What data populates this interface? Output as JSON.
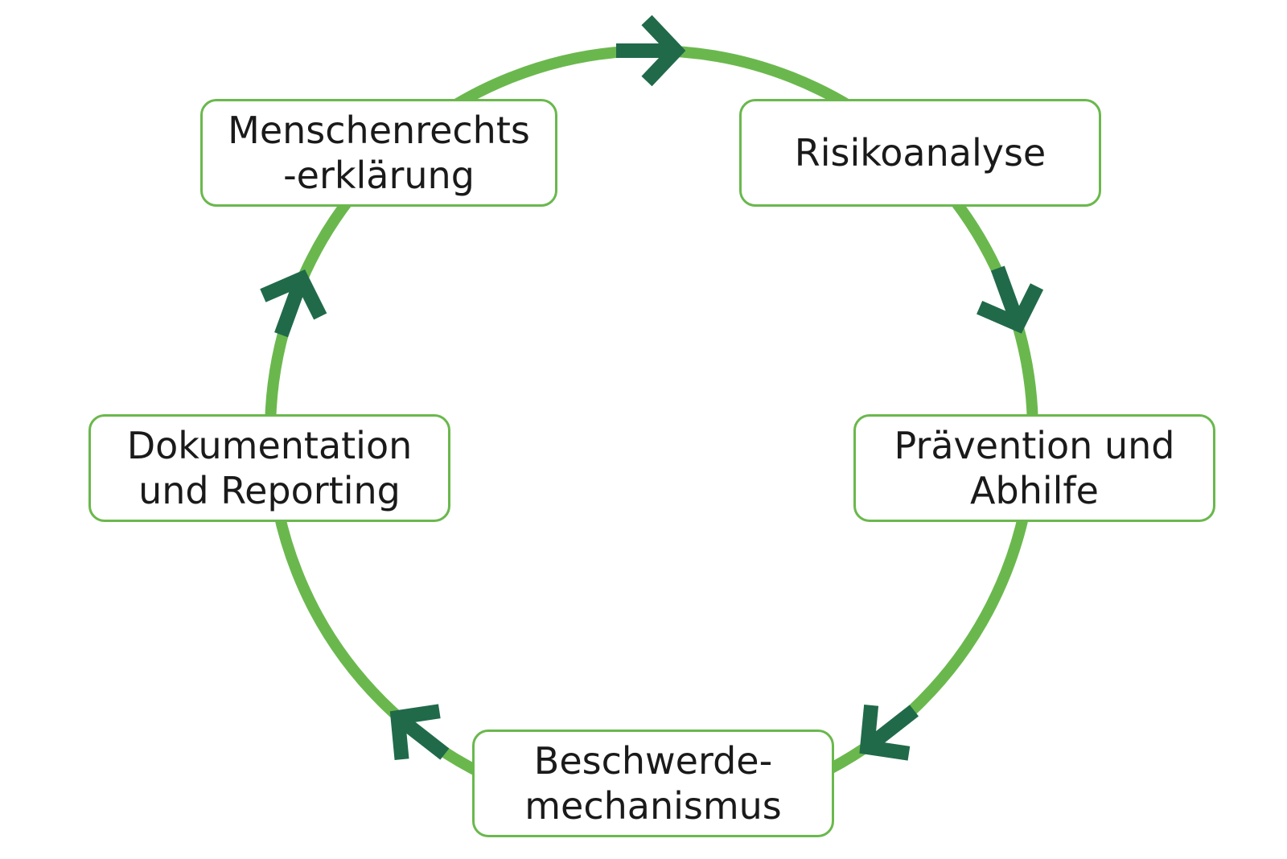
{
  "diagram": {
    "type": "cycle",
    "colors": {
      "ring": "#6ab84d",
      "arrow": "#206a4a",
      "box_border": "#6ab84d",
      "box_fill": "#ffffff",
      "text": "#1a1a1a"
    },
    "nodes": [
      {
        "id": "menschenrechtserklaerung",
        "label": "Menschenrechts\n-erklärung"
      },
      {
        "id": "risikoanalyse",
        "label": "Risikoanalyse"
      },
      {
        "id": "praevention",
        "label": "Prävention und\nAbhilfe"
      },
      {
        "id": "beschwerde",
        "label": "Beschwerde-\nmechanismus"
      },
      {
        "id": "dokumentation",
        "label": "Dokumentation\nund Reporting"
      }
    ],
    "arrows": [
      {
        "from": "menschenrechtserklaerung",
        "to": "risikoanalyse",
        "icon": "arrow-right-icon"
      },
      {
        "from": "risikoanalyse",
        "to": "praevention",
        "icon": "arrow-down-right-icon"
      },
      {
        "from": "praevention",
        "to": "beschwerde",
        "icon": "arrow-down-left-icon"
      },
      {
        "from": "beschwerde",
        "to": "dokumentation",
        "icon": "arrow-up-left-icon"
      },
      {
        "from": "dokumentation",
        "to": "menschenrechtserklaerung",
        "icon": "arrow-up-icon"
      }
    ]
  }
}
